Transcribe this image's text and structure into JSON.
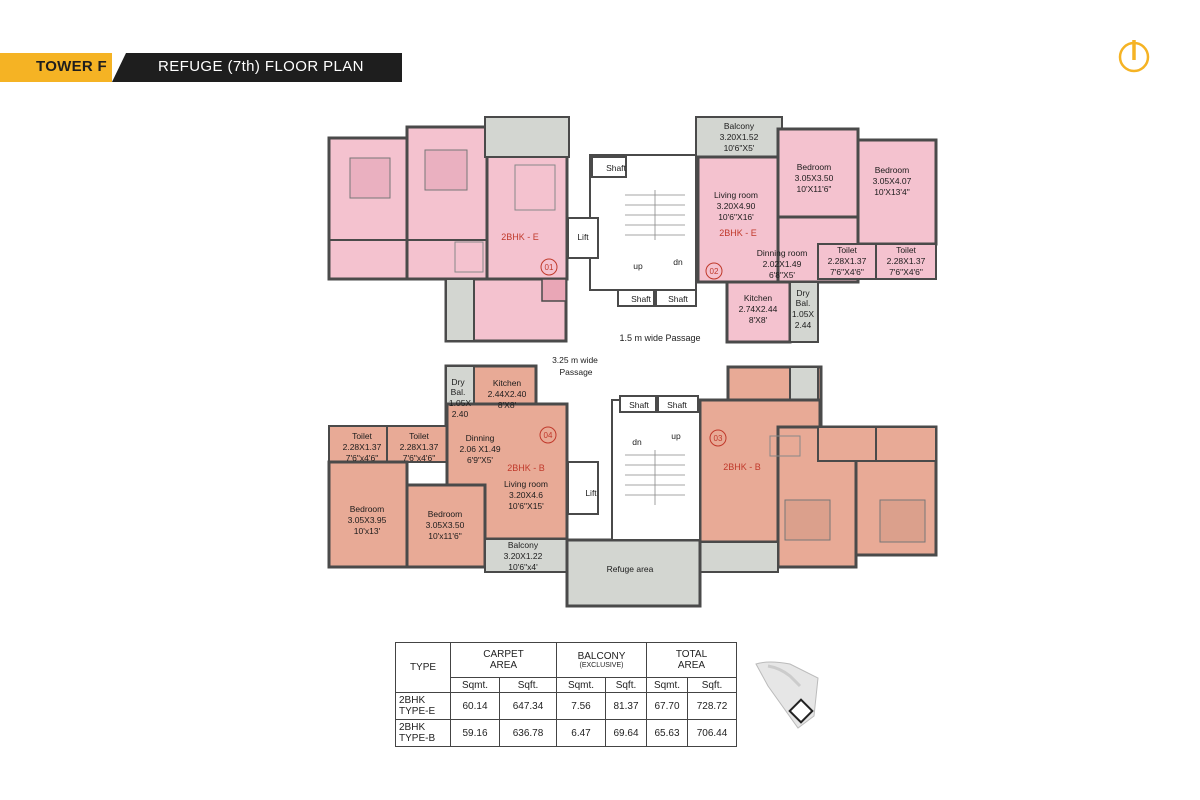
{
  "header": {
    "tower": "TOWER F",
    "title": "REFUGE (7th) FLOOR PLAN",
    "accent_color": "#f5b324",
    "dark_color": "#1e1e1e"
  },
  "compass": {
    "icon": "north-compass-icon",
    "color": "#f5b324"
  },
  "plan": {
    "colors": {
      "type_e": "#f4c2cf",
      "type_b": "#e8aa96",
      "balcony": "#d3d6d1",
      "wall": "#4a4a4a"
    },
    "units": {
      "u01": {
        "type": "2BHK - E",
        "number": "01"
      },
      "u02": {
        "type": "2BHK - E",
        "number": "02"
      },
      "u03": {
        "type": "2BHK - B",
        "number": "03"
      },
      "u04": {
        "type": "2BHK - B",
        "number": "04"
      }
    },
    "rooms_u02": {
      "balcony": [
        "Balcony",
        "3.20X1.52",
        "10'6\"X5'"
      ],
      "bedroom1": [
        "Bedroom",
        "3.05X3.50",
        "10'X11'6\""
      ],
      "bedroom2": [
        "Bedroom",
        "3.05X4.07",
        "10'X13'4\""
      ],
      "living": [
        "Living room",
        "3.20X4.90",
        "10'6\"X16'"
      ],
      "dining": [
        "Dinning room",
        "2.02X1.49",
        "6'8\"X5'"
      ],
      "toilet1": [
        "Toilet",
        "2.28X1.37",
        "7'6\"X4'6\""
      ],
      "toilet2": [
        "Toilet",
        "2.28X1.37",
        "7'6\"X4'6\""
      ],
      "kitchen": [
        "Kitchen",
        "2.74X2.44",
        "8'X8'"
      ],
      "drybal": [
        "Dry",
        "Bal.",
        "1.05X",
        "2.44"
      ]
    },
    "rooms_u04": {
      "drybal": [
        "Dry",
        "Bal.",
        "1.05X",
        "2.40"
      ],
      "kitchen": [
        "Kitchen",
        "2.44X2.40",
        "8'X8'"
      ],
      "toilet1": [
        "Toilet",
        "2.28X1.37",
        "7'6\"x4'6\""
      ],
      "toilet2": [
        "Toilet",
        "2.28X1.37",
        "7'6\"x4'6\""
      ],
      "dining": [
        "Dinning",
        "2.06 X1.49",
        "6'9\"X5'"
      ],
      "living": [
        "Living room",
        "3.20X4.6",
        "10'6\"X15'"
      ],
      "bedroom1": [
        "Bedroom",
        "3.05X3.95",
        "10'x13'"
      ],
      "bedroom2": [
        "Bedroom",
        "3.05X3.50",
        "10'x11'6\""
      ],
      "balcony": [
        "Balcony",
        "3.20X1.22",
        "10'6\"x4'"
      ]
    },
    "core": {
      "shaft": "Shaft",
      "lift": "Lift",
      "up": "up",
      "dn": "dn",
      "passage_15": "1.5 m wide Passage",
      "passage_325": [
        "3.25 m wide",
        "Passage"
      ],
      "refuge": "Refuge area"
    }
  },
  "area_table": {
    "headers": {
      "type": "TYPE",
      "carpet": [
        "CARPET",
        "AREA"
      ],
      "balcony": [
        "BALCONY",
        "(EXCLUSIVE)"
      ],
      "total": [
        "TOTAL",
        "AREA"
      ]
    },
    "units": [
      "Sqmt.",
      "Sqft.",
      "Sqmt.",
      "Sqft.",
      "Sqmt.",
      "Sqft."
    ],
    "rows": [
      {
        "type": [
          "2BHK",
          "TYPE-E"
        ],
        "values": [
          "60.14",
          "647.34",
          "7.56",
          "81.37",
          "67.70",
          "728.72"
        ]
      },
      {
        "type": [
          "2BHK",
          "TYPE-B"
        ],
        "values": [
          "59.16",
          "636.78",
          "6.47",
          "69.64",
          "65.63",
          "706.44"
        ]
      }
    ]
  },
  "key_plan": {
    "icon": "site-key-plan-icon"
  }
}
